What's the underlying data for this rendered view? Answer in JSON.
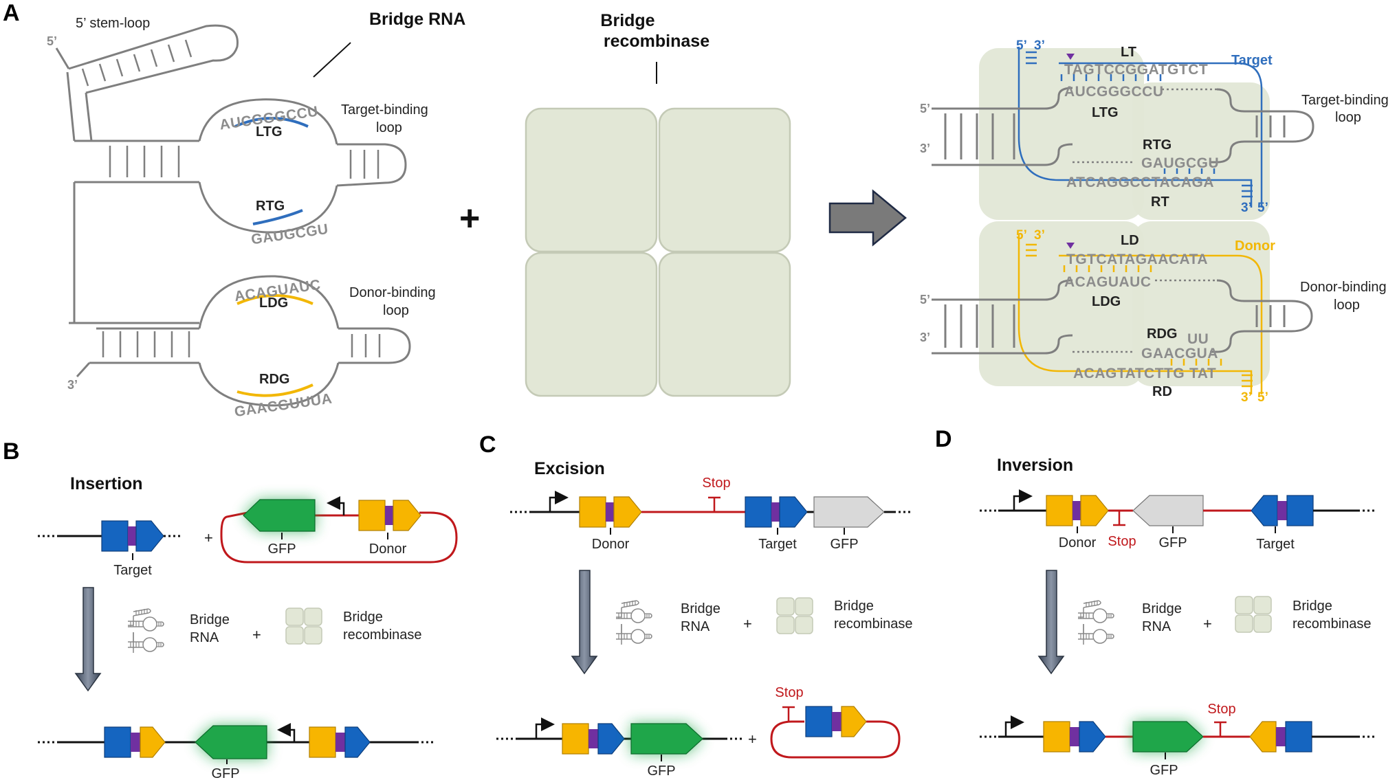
{
  "panels": {
    "a": "A",
    "b": "B",
    "c": "C",
    "d": "D"
  },
  "panel_a": {
    "stem_loop": "5’ stem-loop",
    "five_prime": "5’",
    "three_prime": "3’",
    "bridge_rna": "Bridge RNA",
    "bridge_recombinase_1": "Bridge",
    "bridge_recombinase_2": "recombinase",
    "ltg_seq": "AUCGGGCCU",
    "ltg": "LTG",
    "rtg": "RTG",
    "rtg_seq": "GAUGCGU",
    "ldg_seq": "ACAGUAUC",
    "ldg": "LDG",
    "rdg": "RDG",
    "rdg_seq": "GAACGUUUA",
    "target_loop_1": "Target-binding",
    "target_loop_2": "loop",
    "donor_loop_1": "Donor-binding",
    "donor_loop_2": "loop",
    "plus": "+",
    "complex": {
      "five_prime": "5’",
      "three_prime": "3’",
      "lt": "LT",
      "target": "Target",
      "lt_seq": "TAGTCCGGATGTCT",
      "ltg_seq": "AUCGGGCCU",
      "ltg": "LTG",
      "rtg": "RTG",
      "rtg_seq": "GAUGCGU",
      "rt_seq": "ATCAGGCCTACAGA",
      "rt": "RT",
      "ld": "LD",
      "donor": "Donor",
      "ld_seq": "TGTCATAGAACATA",
      "ldg_seq": "ACAGUAUC",
      "ldg": "LDG",
      "rdg": "RDG",
      "uu": "UU",
      "rdg_seq": "GAACGUA",
      "rd_seq_1": "ACAGTATCTTG",
      "rd_seq_2": "TAT",
      "rd": "RD",
      "target_loop_1": "Target-binding",
      "target_loop_2": "loop",
      "donor_loop_1": "Donor-binding",
      "donor_loop_2": "loop"
    }
  },
  "panel_b": {
    "title": "Insertion",
    "target": "Target",
    "gfp": "GFP",
    "donor": "Donor",
    "bridge_rna_1": "Bridge",
    "bridge_rna_2": "RNA",
    "bridge_rec_1": "Bridge",
    "bridge_rec_2": "recombinase",
    "plus": "+",
    "gfp_result": "GFP"
  },
  "panel_c": {
    "title": "Excision",
    "stop": "Stop",
    "donor": "Donor",
    "target": "Target",
    "gfp": "GFP",
    "bridge_rna_1": "Bridge",
    "bridge_rna_2": "RNA",
    "bridge_rec_1": "Bridge",
    "bridge_rec_2": "recombinase",
    "plus": "+",
    "gfp_result": "GFP",
    "stop_result": "Stop"
  },
  "panel_d": {
    "title": "Inversion",
    "donor": "Donor",
    "stop": "Stop",
    "gfp": "GFP",
    "target": "Target",
    "bridge_rna_1": "Bridge",
    "bridge_rna_2": "RNA",
    "bridge_rec_1": "Bridge",
    "bridge_rec_2": "recombinase",
    "plus": "+",
    "gfp_result": "GFP",
    "stop_result": "Stop"
  },
  "colors": {
    "target_blue": "#1565c0",
    "target_purple": "#7030a0",
    "donor_yellow": "#f7b500",
    "gfp_green": "#1fa64a",
    "backbone_red": "#c0181c",
    "guide_blue": "#2f6ebd",
    "guide_yellow": "#f2b705",
    "strand_gray": "#7f7f7f",
    "recombinase": "#e2e7d6"
  }
}
